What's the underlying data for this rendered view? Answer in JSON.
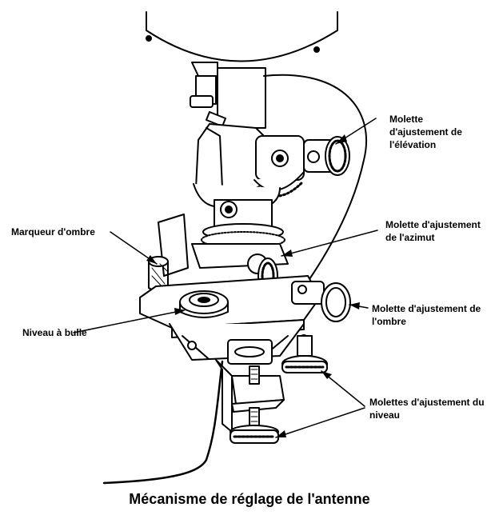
{
  "title": "Mécanisme de réglage de l'antenne",
  "labels": {
    "elevation": "Molette\nd'ajustement de\nl'élévation",
    "azimut": "Molette d'ajustement\nde l'azimut",
    "ombre_marqueur": "Marqueur d'ombre",
    "niveau_bulle": "Niveau à bulle",
    "ombre_molette": "Molette d'ajustement de\nl'ombre",
    "niveau_molettes": "Molettes d'ajustement du\nniveau"
  }
}
